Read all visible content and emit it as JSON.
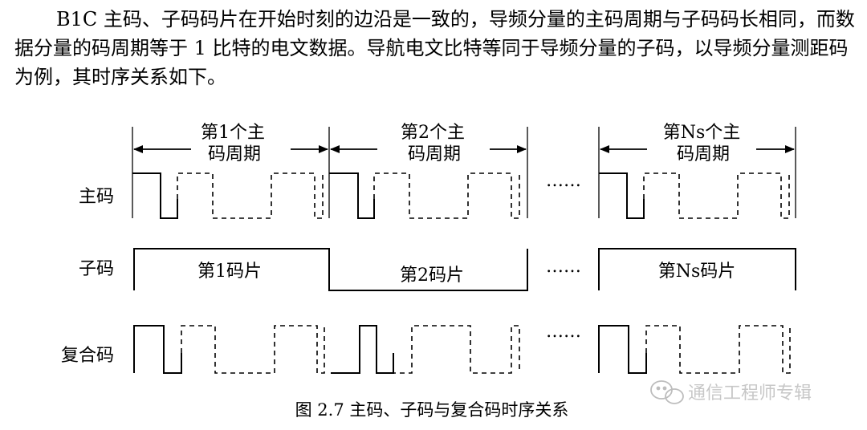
{
  "paragraph": "B1C 主码、子码码片在开始时刻的边沿是一致的，导频分量的主码周期与子码码长相同，而数据分量的码周期等于 1 比特的电文数据。导航电文比特等同于导频分量的子码，以导频分量测距码为例，其时序关系如下。",
  "periods": [
    {
      "line1": "第1个主",
      "line2": "码周期"
    },
    {
      "line1": "第2个主",
      "line2": "码周期"
    },
    {
      "line1": "第Ns个主",
      "line2": "码周期"
    }
  ],
  "rows": {
    "primary": "主码",
    "secondary": "子码",
    "composite": "复合码"
  },
  "chips": [
    "第1码片",
    "第2码片",
    "第Ns码片"
  ],
  "ellipsis": "……",
  "caption": "图 2.7 主码、子码与复合码时序关系",
  "watermark": "通信工程师专辑",
  "watermark_icon": "wechat-icon"
}
